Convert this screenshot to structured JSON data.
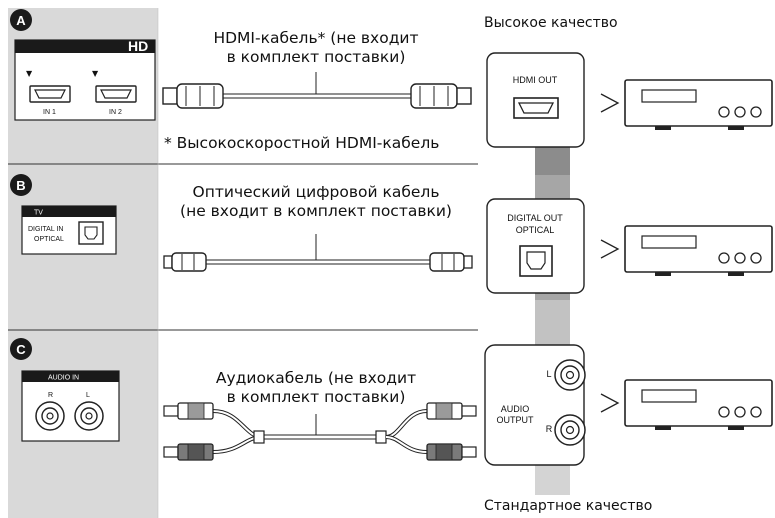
{
  "sections": [
    {
      "badge": "A",
      "tv_panel": {
        "port_1_label": "IN 1",
        "port_2_label": "IN 2",
        "header_logo": "HD"
      },
      "cable_caption_line1": "HDMI-кабель* (не входит",
      "cable_caption_line2": "в комплект поставки)",
      "footnote": "* Высокоскоростной HDMI-кабель",
      "device_port_label": "HDMI OUT"
    },
    {
      "badge": "B",
      "tv_panel": {
        "header": "TV",
        "port_label_line1": "DIGITAL IN",
        "port_label_line2": "OPTICAL"
      },
      "cable_caption_line1": "Оптический цифровой кабель",
      "cable_caption_line2": "(не входит в комплект поставки)",
      "device_port_label_line1": "DIGITAL OUT",
      "device_port_label_line2": "OPTICAL"
    },
    {
      "badge": "C",
      "tv_panel": {
        "header": "AUDIO IN",
        "port_r_label": "R",
        "port_l_label": "L"
      },
      "cable_caption_line1": "Аудиокабель (не входит",
      "cable_caption_line2": "в комплект поставки)",
      "device_label_line1": "AUDIO",
      "device_label_line2": "OUTPUT",
      "device_l_label": "L",
      "device_r_label": "R"
    }
  ],
  "quality_scale": {
    "top_label": "Высокое качество",
    "bottom_label": "Стандартное качество"
  },
  "colors": {
    "panel_bg": "#d9d9d9",
    "badge_bg": "#1a1a1a",
    "scale_bar": "#a6a6a6",
    "line": "#222222"
  }
}
